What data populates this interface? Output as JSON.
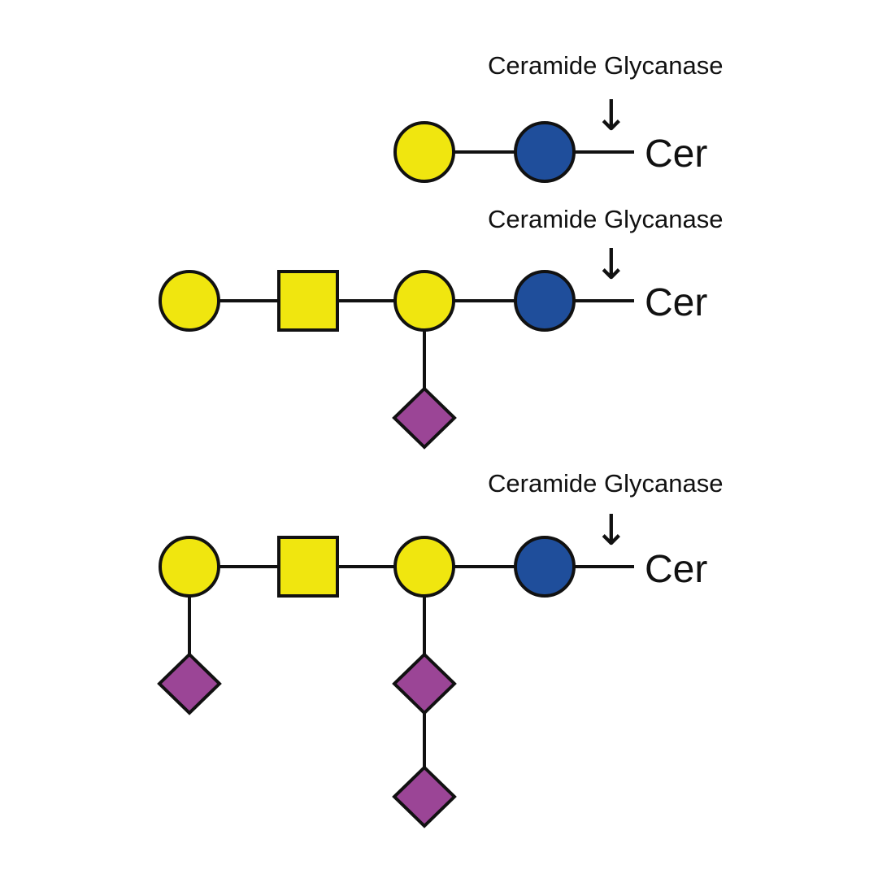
{
  "colors": {
    "galactose": "#f0e60f",
    "glucose": "#1f4e9b",
    "galnac": "#f0e60f",
    "sialic_acid": "#9b4596",
    "line": "#111111"
  },
  "icons": {
    "yellow_circle": "galactose-circle-icon",
    "blue_circle": "glucose-circle-icon",
    "yellow_square": "galnac-square-icon",
    "purple_diamond": "sialic-acid-diamond-icon",
    "cleavage_arrow": "down-arrow-icon"
  },
  "structures": [
    {
      "enzyme_label": "Ceramide Glycanase",
      "arrow": "↓",
      "cer_label": "Cer"
    },
    {
      "enzyme_label": "Ceramide Glycanase",
      "arrow": "↓",
      "cer_label": "Cer"
    },
    {
      "enzyme_label": "Ceramide Glycanase",
      "arrow": "↓",
      "cer_label": "Cer"
    }
  ]
}
